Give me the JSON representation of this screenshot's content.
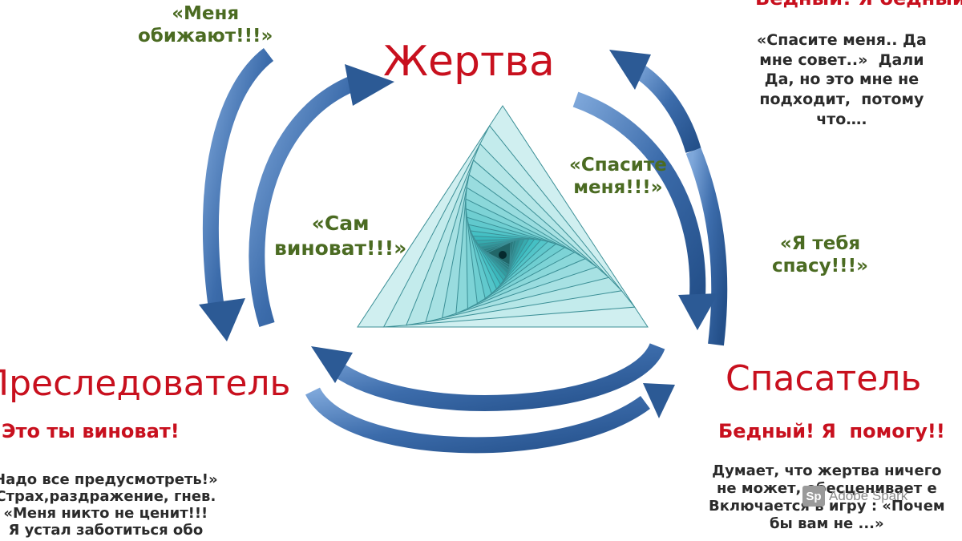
{
  "roles": {
    "victim": "Жертва",
    "persecutor": "Преследователь",
    "rescuer": "Спасатель",
    "top_right_cut": "Бедный! Я бедный"
  },
  "quotes": {
    "victim_cry": "«Меня\nобижают!!!»",
    "self_blame": "«Сам\nвиноват!!!»",
    "save_me": "«Спасите\nменя!!!»",
    "i_will_save": "«Я тебя\nспасу!!!»"
  },
  "persecutor_block": {
    "headline": "Это ты виноват!",
    "body": "Надо все предусмотреть!»\nСтрах,раздражение, гнев.\n«Меня никто не ценит!!!\nЯ устал заботиться обо"
  },
  "rescuer_block": {
    "headline": "Бедный! Я  помогу!!",
    "body": "Думает, что жертва ничего\nне может, обесценивает е\nВключается в игру : «Почем\nбы вам не ...»"
  },
  "victim_block": {
    "body": "«Спасите меня.. Да\nмне совет..»  Дали\nДа, но это мне не\nподходит,  потому\nчто…."
  },
  "watermark": {
    "logo": "Sp",
    "label": "Adobe Spark"
  },
  "colors": {
    "role_red": "#c8101e",
    "quote_green": "#4b6b22",
    "arrow_blue_dark": "#2c5a95",
    "arrow_blue_light": "#6f9bd1",
    "triangle_teal": "#2aa5a5"
  }
}
